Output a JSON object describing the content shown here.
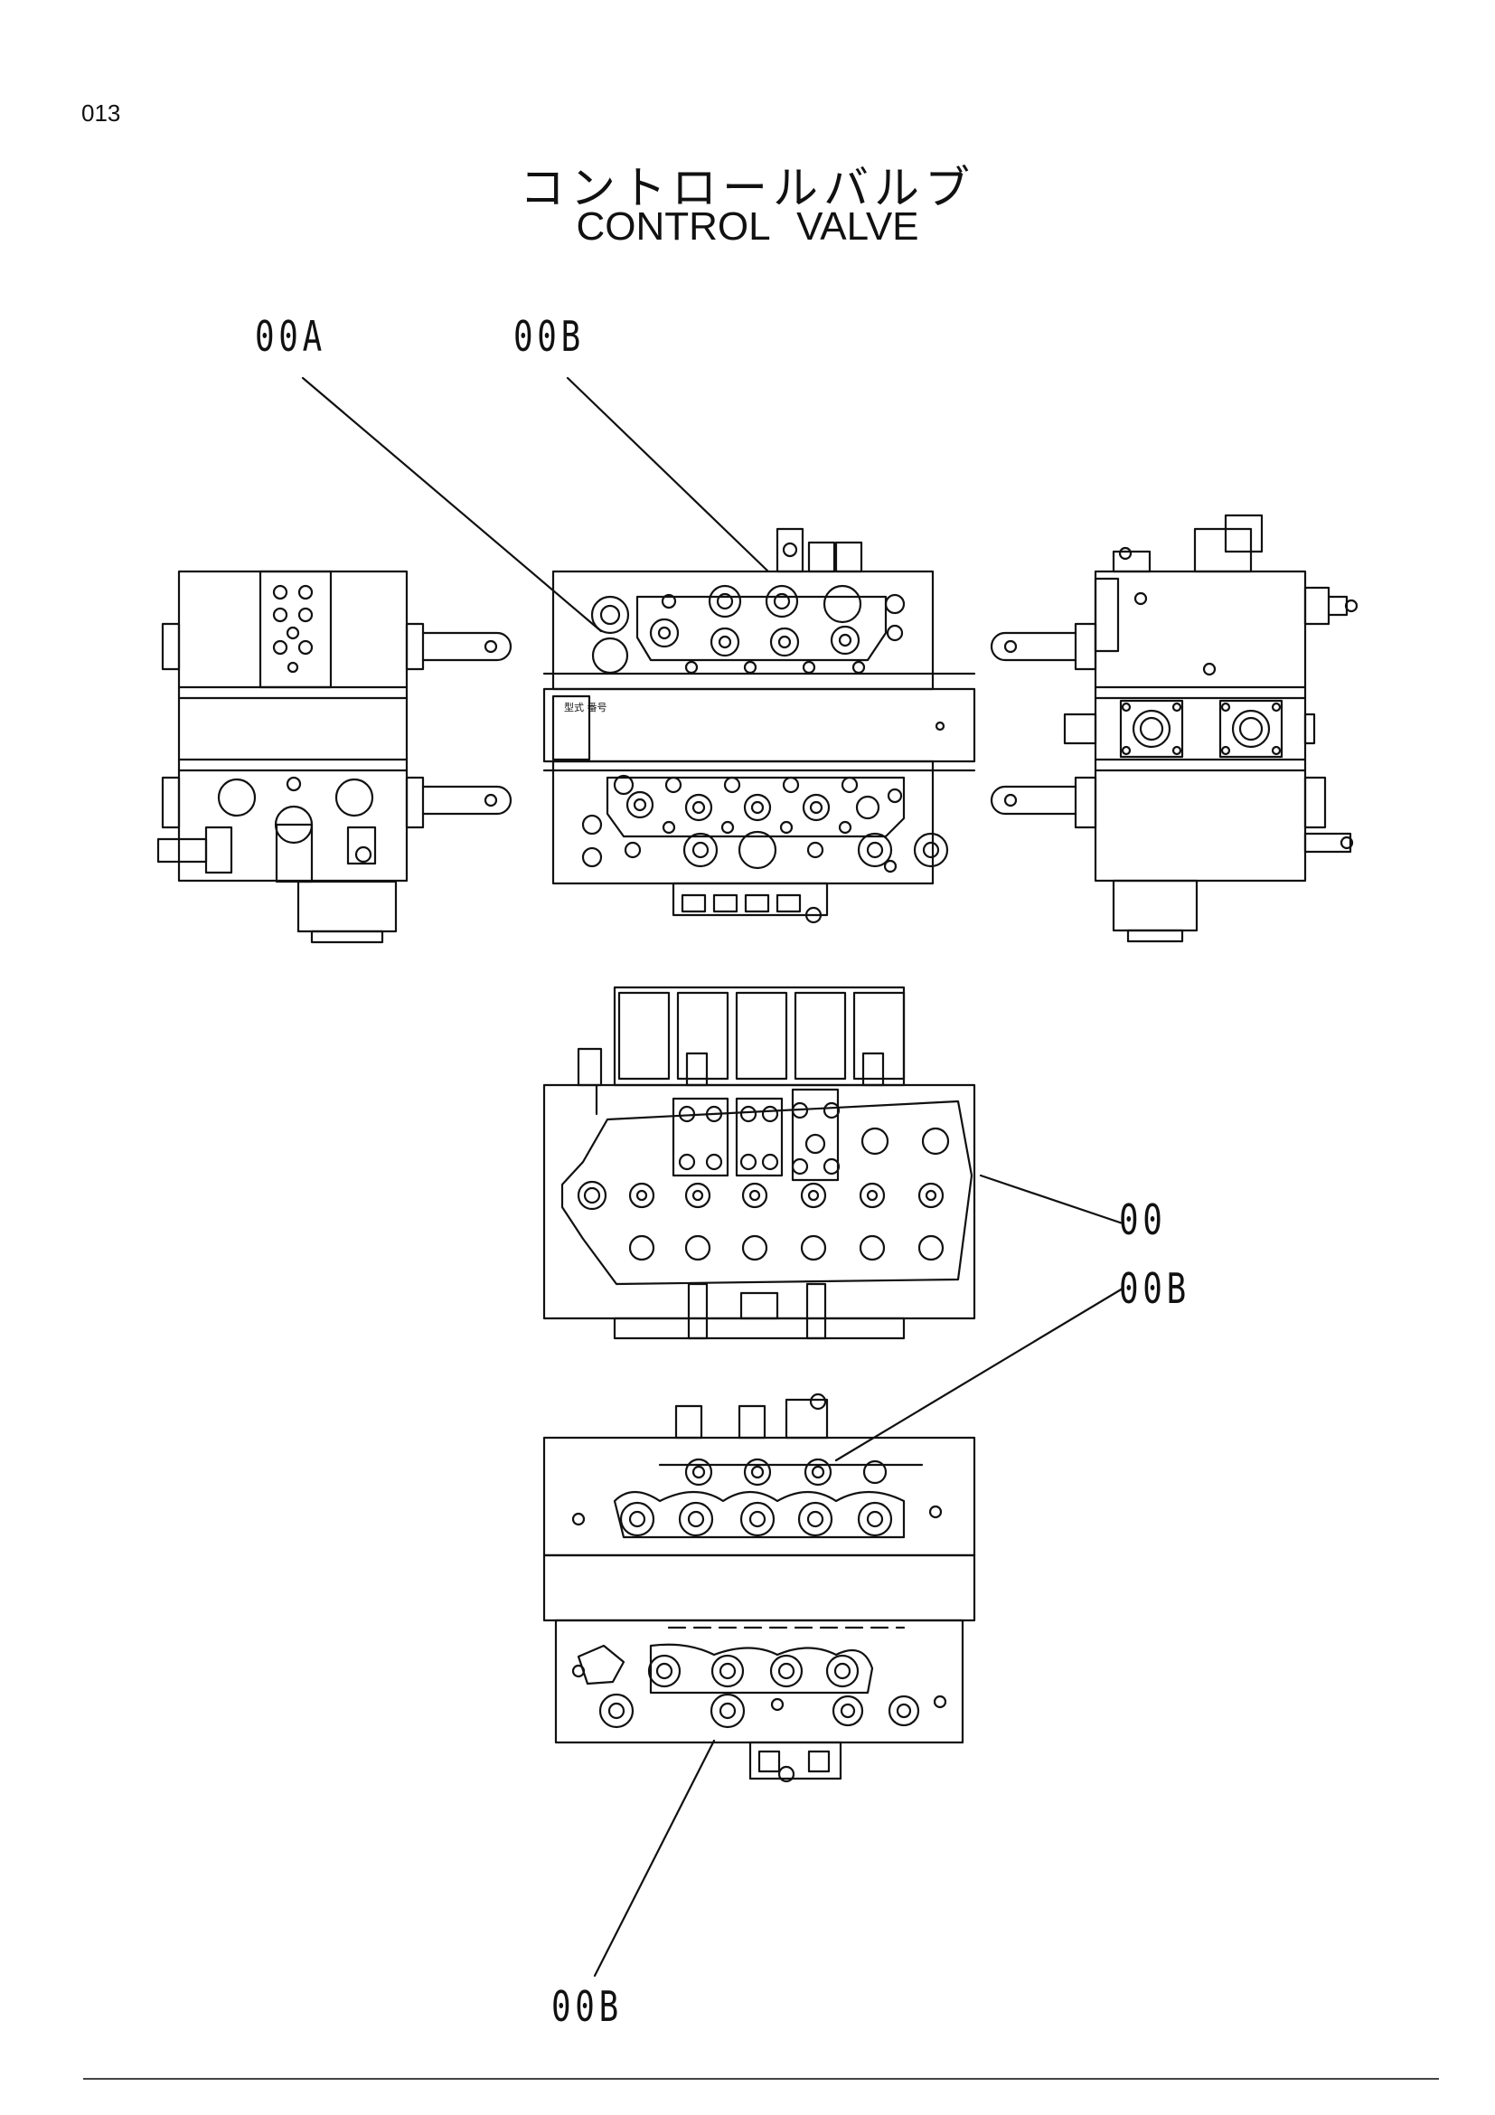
{
  "page_number": "013",
  "title": {
    "jp": "コントロールバルブ",
    "en": "CONTROL   VALVE"
  },
  "callouts": [
    {
      "label": "00A"
    },
    {
      "label": "00B"
    },
    {
      "label": "00"
    },
    {
      "label": "00B"
    },
    {
      "label": "00B"
    }
  ],
  "nameplate_text": "型式 番号"
}
